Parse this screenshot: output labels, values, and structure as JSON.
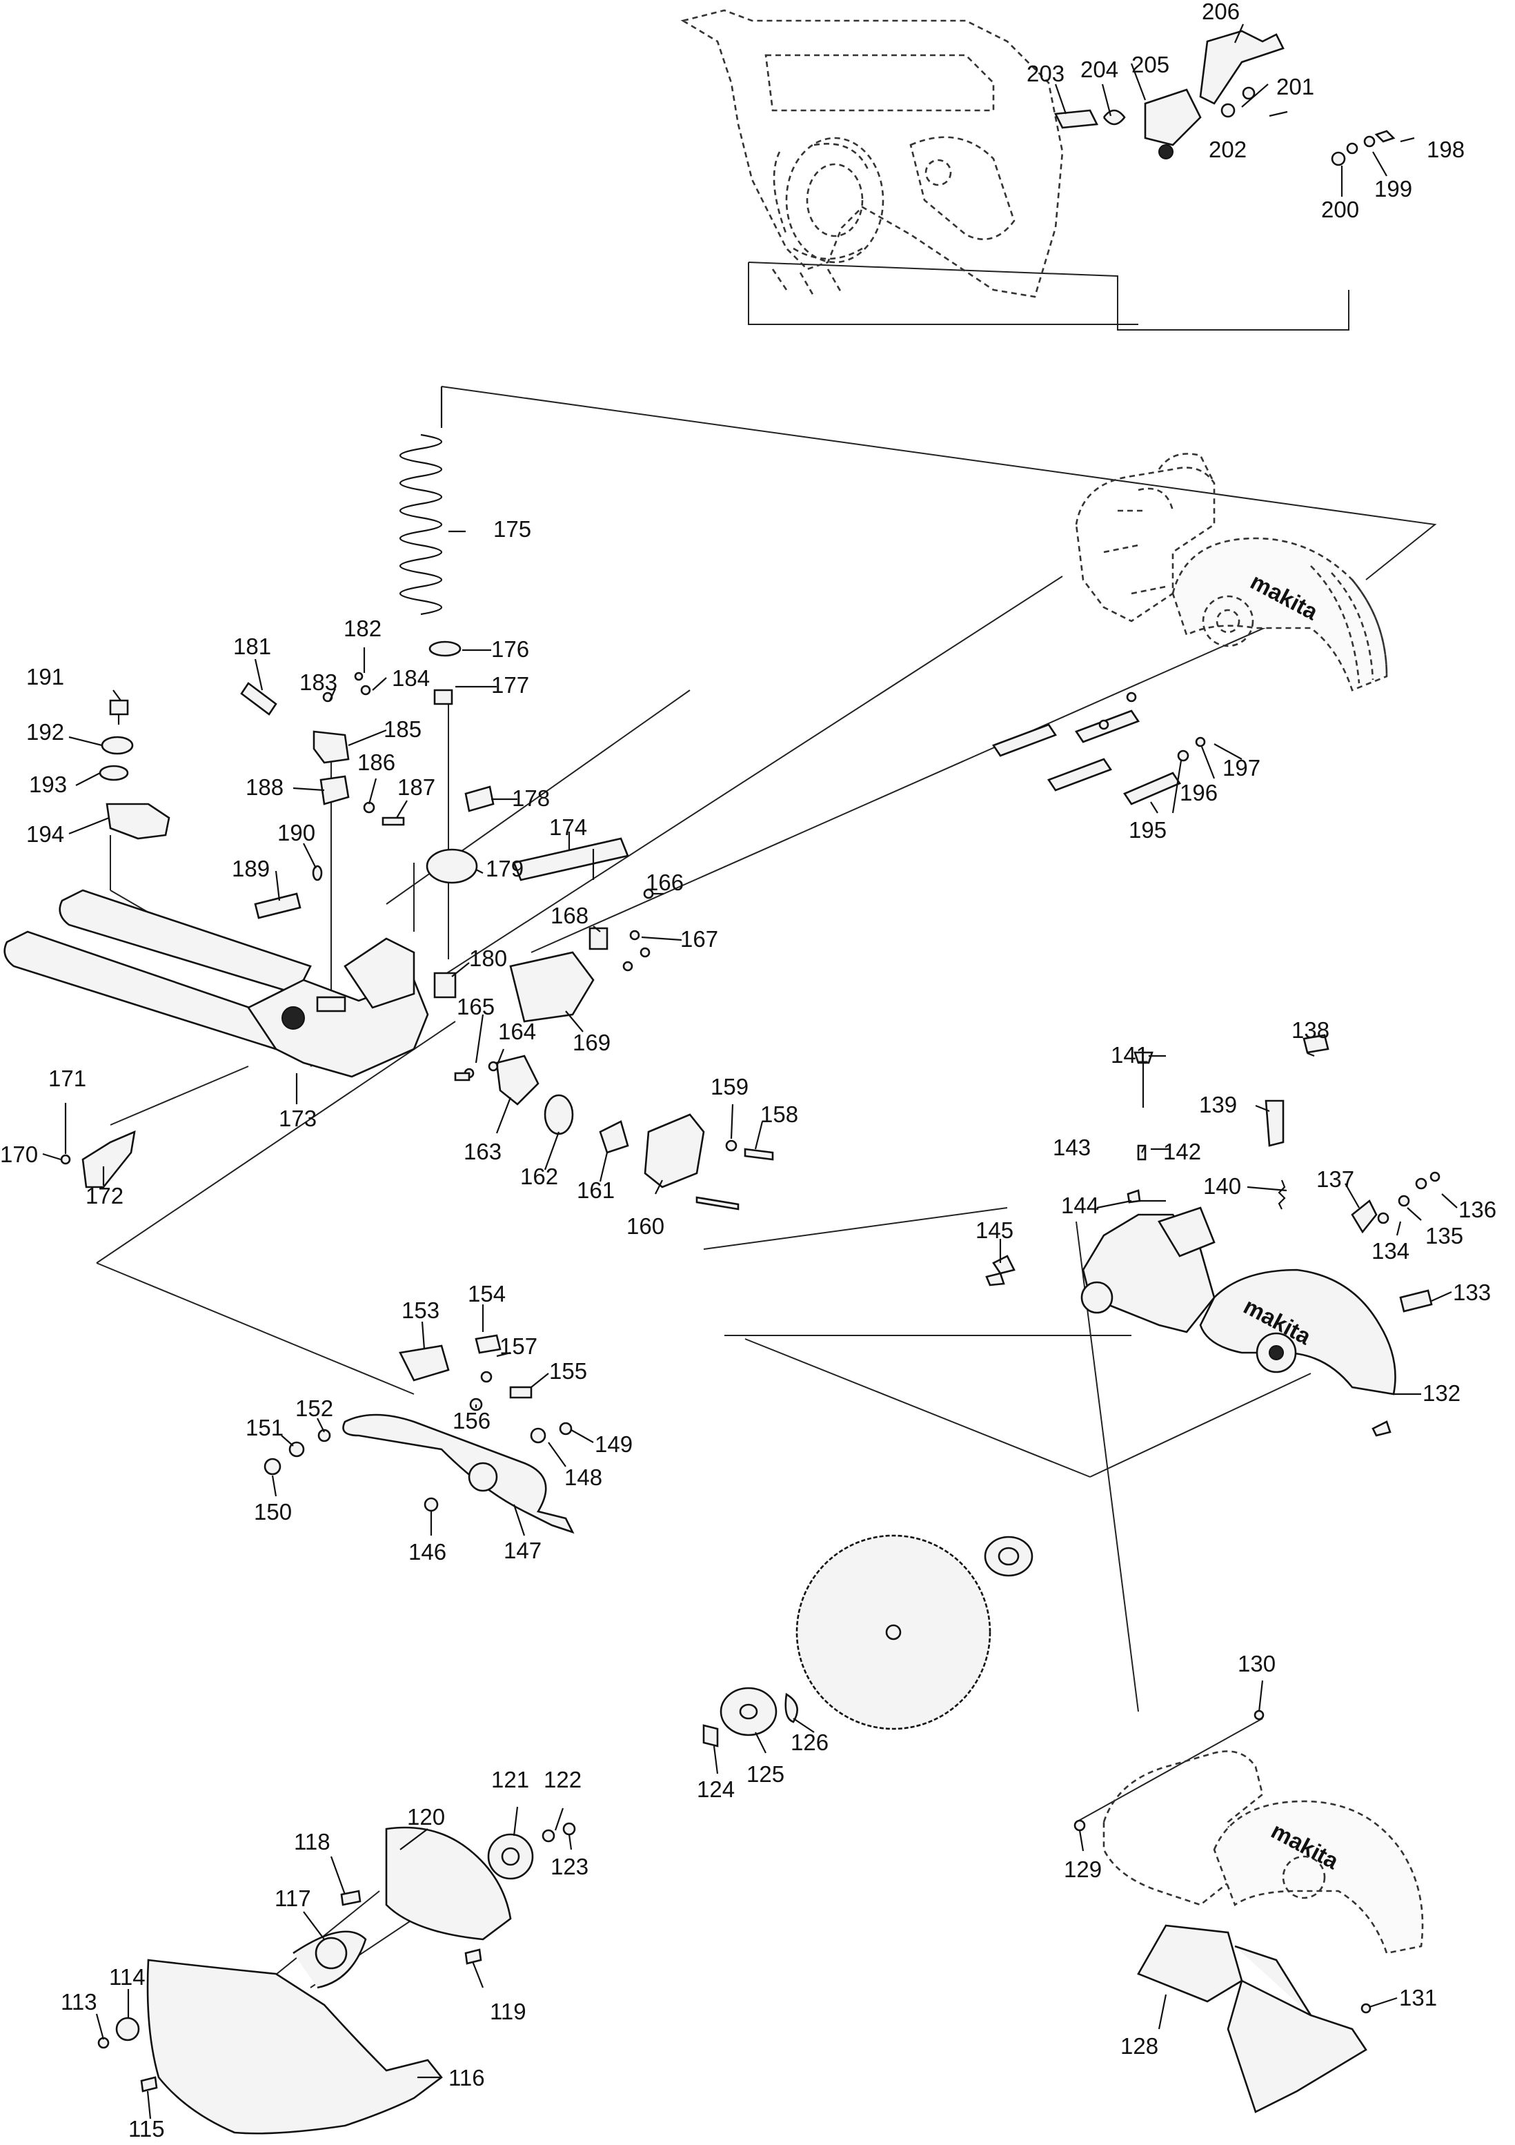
{
  "diagram": {
    "labels": [
      "113",
      "114",
      "115",
      "116",
      "117",
      "118",
      "119",
      "120",
      "121",
      "122",
      "123",
      "124",
      "125",
      "126",
      "128",
      "129",
      "130",
      "131",
      "132",
      "133",
      "134",
      "135",
      "136",
      "137",
      "138",
      "139",
      "140",
      "141",
      "142",
      "143",
      "144",
      "145",
      "146",
      "147",
      "148",
      "149",
      "150",
      "151",
      "152",
      "153",
      "154",
      "155",
      "156",
      "157",
      "158",
      "159",
      "160",
      "161",
      "162",
      "163",
      "164",
      "165",
      "166",
      "167",
      "168",
      "169",
      "170",
      "171",
      "172",
      "173",
      "174",
      "175",
      "176",
      "177",
      "178",
      "179",
      "180",
      "181",
      "182",
      "183",
      "184",
      "185",
      "186",
      "187",
      "188",
      "189",
      "190",
      "191",
      "192",
      "193",
      "194",
      "195",
      "196",
      "197",
      "198",
      "199",
      "200",
      "201",
      "202",
      "203",
      "204",
      "205",
      "206"
    ],
    "brand_text": "makita"
  }
}
